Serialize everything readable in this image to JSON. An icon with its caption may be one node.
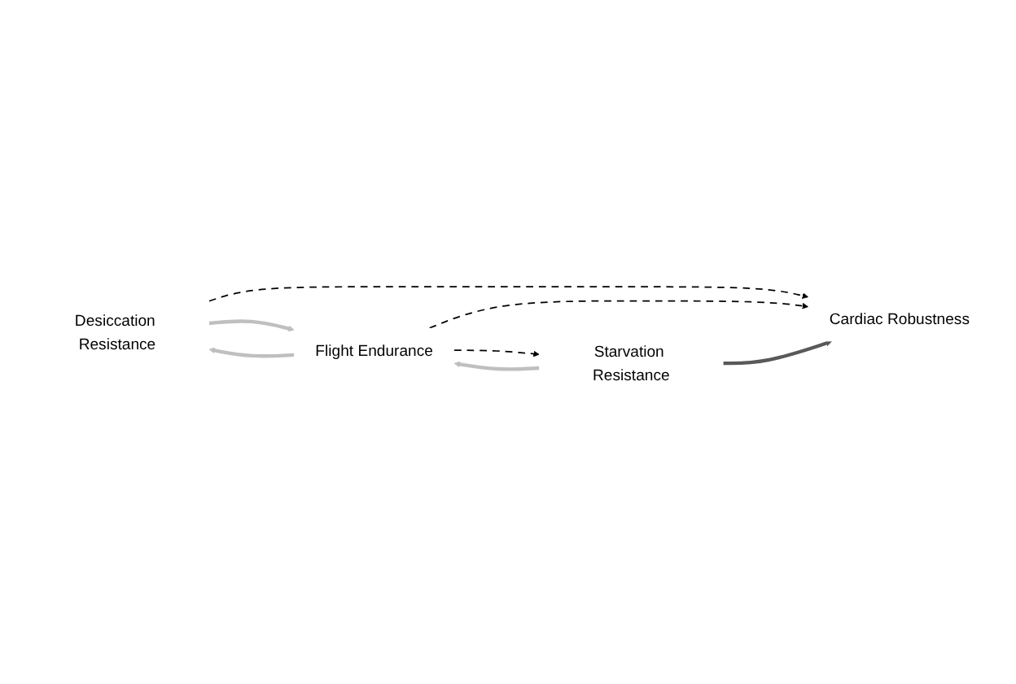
{
  "diagram": {
    "nodes": [
      {
        "text": [
          "Desiccation Resistance"
        ]
      },
      {
        "text": [
          "Cardiac Robustness"
        ]
      },
      {
        "text": [
          "Flight Endurance"
        ]
      },
      {
        "text": [
          "Starvation Resistance"
        ]
      }
    ],
    "edges": [
      {
        "from": 0,
        "to": 1,
        "arrow": "to",
        "style": "dashed",
        "color": "#000000"
      },
      {
        "from": 0,
        "to": 2,
        "arrow": "to",
        "color": "#bfbfbf"
      },
      {
        "from": 2,
        "to": 0,
        "arrow": "to",
        "color": "#bfbfbf"
      },
      {
        "from": 2,
        "to": 1,
        "arrow": "to",
        "style": "dashed",
        "color": "#000000"
      },
      {
        "from": 3,
        "to": 1,
        "arrow": "to",
        "color": "#595959"
      },
      {
        "from": 3,
        "to": 2,
        "arrow": "to",
        "color": "#bfbfbf"
      },
      {
        "from": 2,
        "to": 3,
        "arrow": "to",
        "style": "dashed",
        "color": "#000000"
      }
    ]
  }
}
